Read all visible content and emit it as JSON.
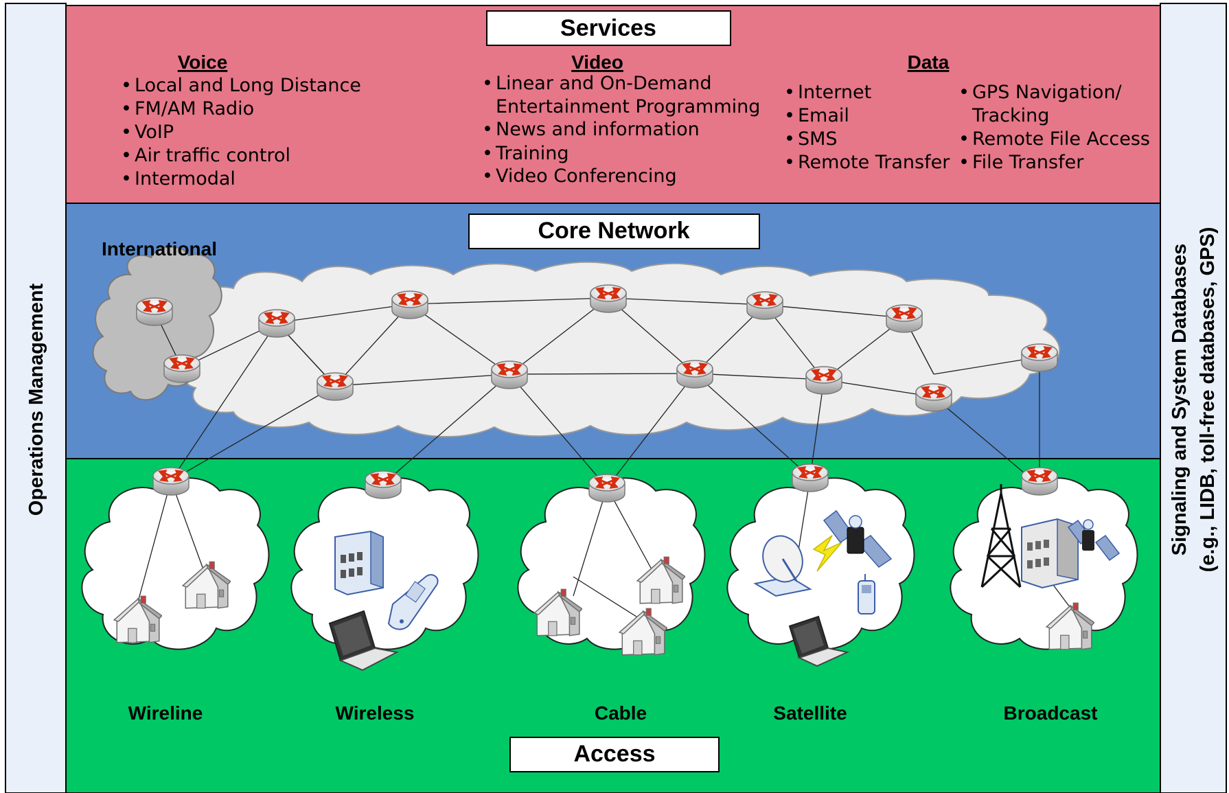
{
  "side": {
    "left_label": "Operations Management",
    "right_label_line1": "Signaling and System Databases",
    "right_label_line2": "(e.g., LIDB, toll-free databases, GPS)"
  },
  "services": {
    "title": "Services",
    "voice": {
      "heading": "Voice",
      "items": [
        "Local and Long Distance",
        "FM/AM Radio",
        "VoIP",
        "Air traffic control",
        "Intermodal"
      ]
    },
    "video": {
      "heading": "Video",
      "items": [
        "Linear and On-Demand",
        "Entertainment Programming",
        "News and information",
        "Training",
        "Video Conferencing"
      ]
    },
    "data": {
      "heading": "Data",
      "items_left": [
        "Internet",
        "Email",
        "SMS",
        "Remote Transfer"
      ],
      "items_right": [
        "GPS Navigation/",
        "Tracking",
        "Remote File Access",
        "File Transfer"
      ]
    }
  },
  "core": {
    "title": "Core Network",
    "international_label": "International"
  },
  "access": {
    "title": "Access",
    "networks": [
      "Wireline",
      "Wireless",
      "Cable",
      "Satellite",
      "Broadcast"
    ]
  },
  "colors": {
    "services_bg": "#e67788",
    "core_bg": "#5b8bcb",
    "access_bg": "#00c865",
    "side_bg": "#e9f0f9",
    "cloud": "#eeeeee",
    "intl_cloud": "#bdbdbd",
    "router_arrow": "#d62e10"
  }
}
